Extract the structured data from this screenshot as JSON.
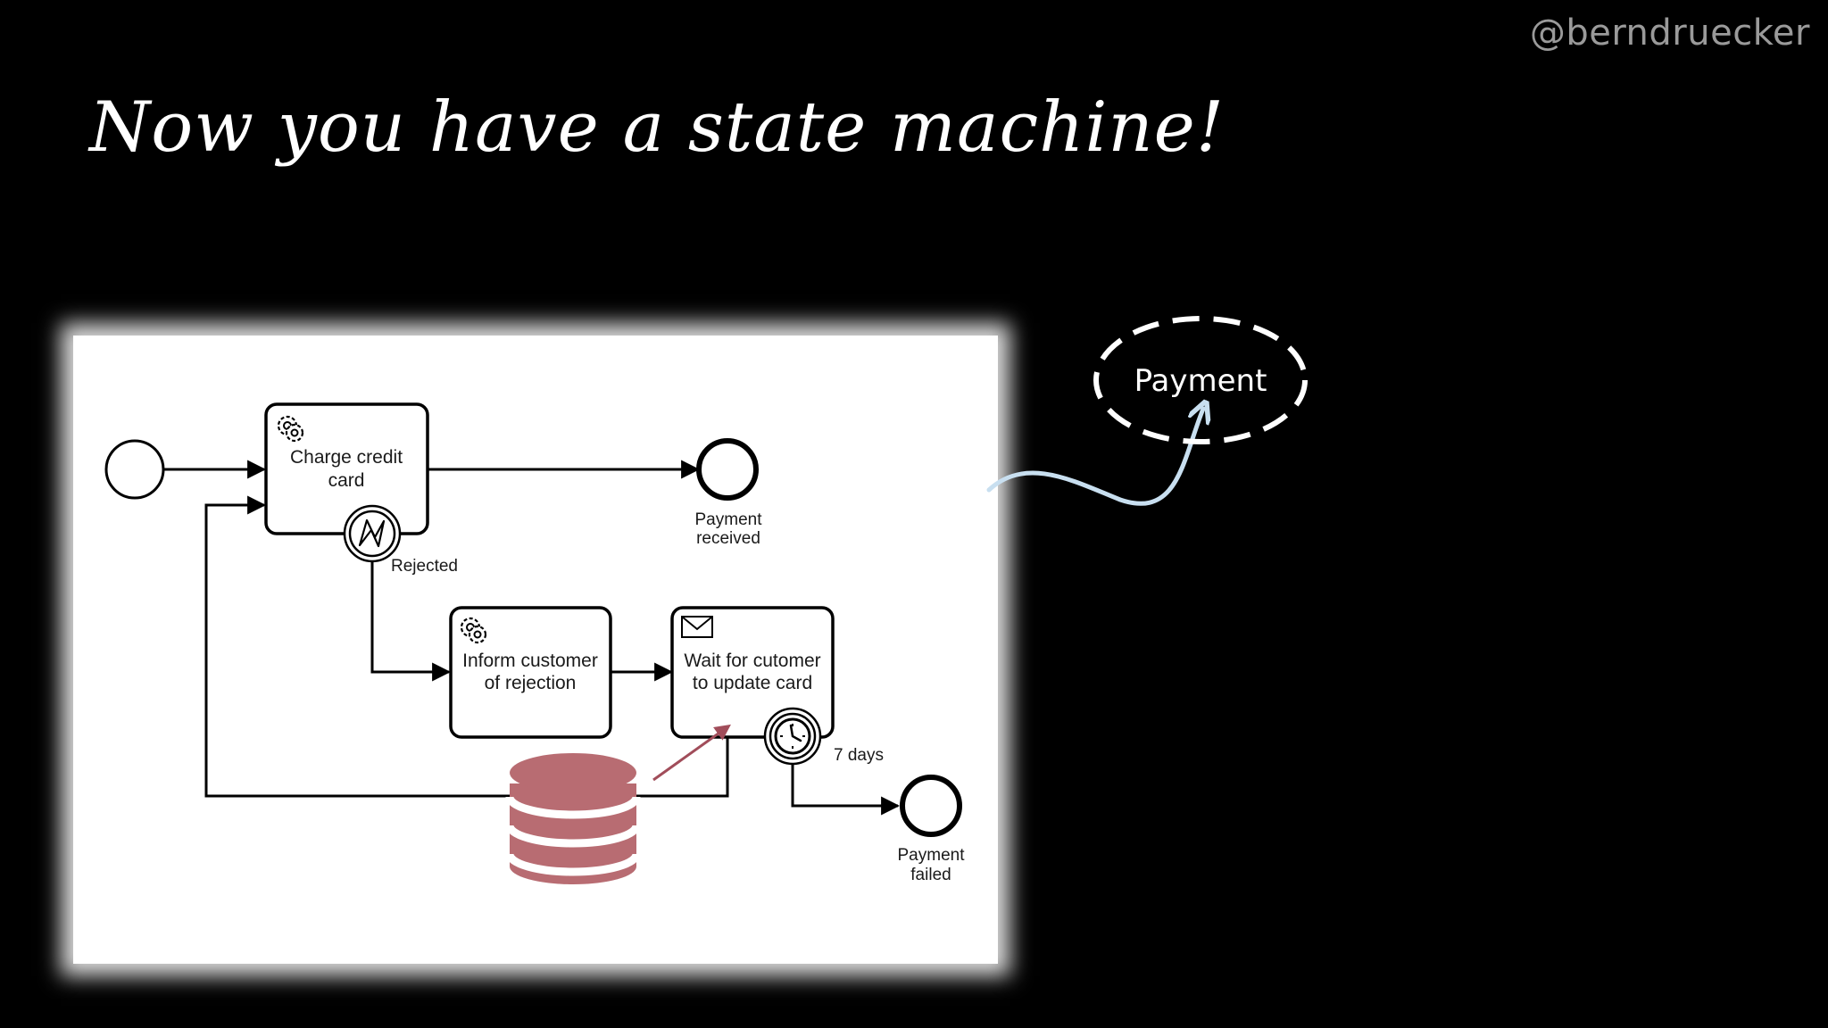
{
  "slide": {
    "handle": "@berndruecker",
    "title": "Now you have a state machine!"
  },
  "diagram": {
    "tasks": {
      "charge": [
        "Charge credit",
        "card"
      ],
      "inform": [
        "Inform customer",
        "of rejection"
      ],
      "wait": [
        "Wait for cutomer",
        "to update card"
      ]
    },
    "labels": {
      "rejected": "Rejected",
      "seven_days": "7 days",
      "payment_received": [
        "Payment",
        "received"
      ],
      "payment_failed": [
        "Payment",
        "failed"
      ]
    },
    "icons": {
      "service_task": "gear-icon",
      "message_task": "envelope-icon",
      "error_boundary": "lightning-icon",
      "timer_boundary": "clock-icon",
      "database": "database-icon"
    },
    "colors": {
      "database": "#b86c72",
      "arrow_to_state": "#a14d5a",
      "curve_arrow": "#c8dff0"
    }
  },
  "state_entity": {
    "label": "Payment"
  }
}
